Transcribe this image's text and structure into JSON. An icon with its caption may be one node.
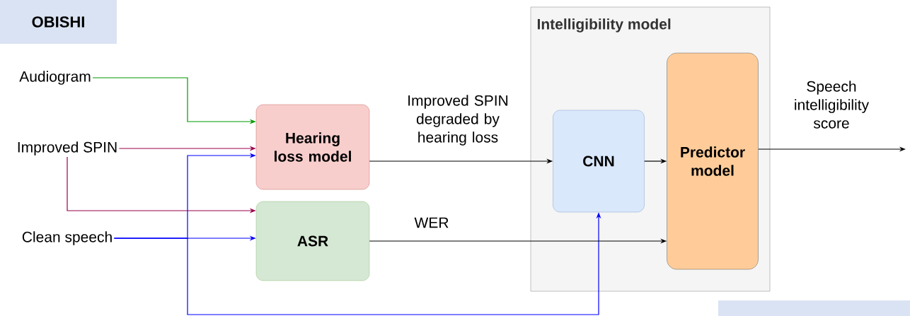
{
  "diagram": {
    "title": "OBISHI",
    "nodes": [
      {
        "text": [
          "Audiogram"
        ]
      },
      {
        "text": [
          "Improved SPIN"
        ]
      },
      {
        "text": [
          "Clean speech"
        ]
      },
      {
        "text": [
          "Hearing loss model"
        ]
      },
      {
        "text": [
          "ASR"
        ]
      },
      {
        "text": [
          "Intelligibility model"
        ]
      },
      {
        "text": [
          "CNN"
        ],
        "in": 5
      },
      {
        "text": [
          "Predictor model"
        ],
        "in": 5
      }
    ],
    "edges": [
      {
        "from": 0,
        "to": 3,
        "arrow": "to",
        "color": "#009900"
      },
      {
        "from": 1,
        "to": 3,
        "arrow": "to",
        "color": "#99004d"
      },
      {
        "from": 1,
        "to": 4,
        "arrow": "to",
        "color": "#99004d"
      },
      {
        "from": 2,
        "to": 4,
        "arrow": "to",
        "color": "#0000ff"
      },
      {
        "from": 2,
        "to": 3,
        "arrow": "to",
        "color": "#0000ff"
      },
      {
        "from": 2,
        "to": 6,
        "arrow": "to",
        "color": "#0000ff"
      },
      {
        "from": 3,
        "to": 6,
        "arrow": "to",
        "label": "Improved SPIN degraded by hearing loss"
      },
      {
        "from": 4,
        "to": 7,
        "arrow": "to",
        "label": "WER"
      },
      {
        "from": 6,
        "to": 7,
        "arrow": "to"
      },
      {
        "from": 7,
        "to": null,
        "arrow": "to",
        "label": "Speech intelligibility score"
      }
    ]
  }
}
